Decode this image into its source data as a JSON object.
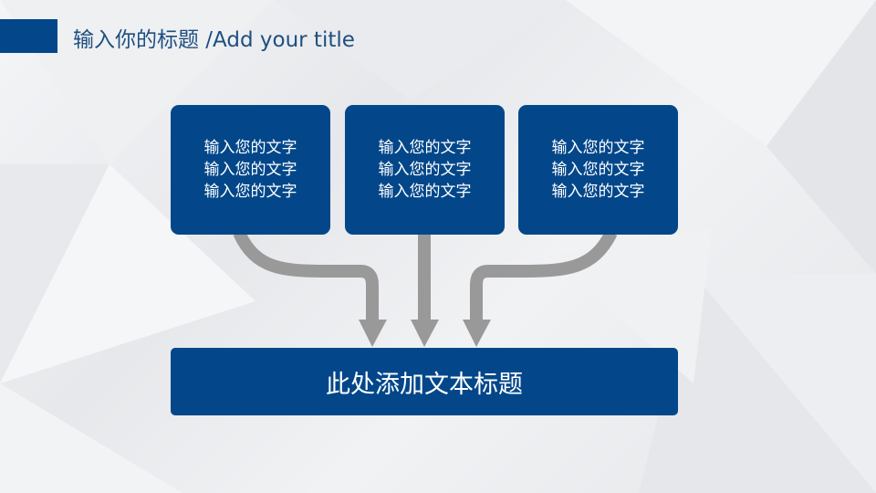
{
  "header": {
    "title": "输入你的标题 /Add your title"
  },
  "cards": [
    {
      "lines": [
        "输入您的文字",
        "输入您的文字",
        "输入您的文字"
      ]
    },
    {
      "lines": [
        "输入您的文字",
        "输入您的文字",
        "输入您的文字"
      ]
    },
    {
      "lines": [
        "输入您的文字",
        "输入您的文字",
        "输入您的文字"
      ]
    }
  ],
  "bottom_box": {
    "label": "此处添加文本标题"
  },
  "colors": {
    "primary": "#03478a",
    "arrow": "#999999",
    "title_text": "#1e4f80"
  }
}
